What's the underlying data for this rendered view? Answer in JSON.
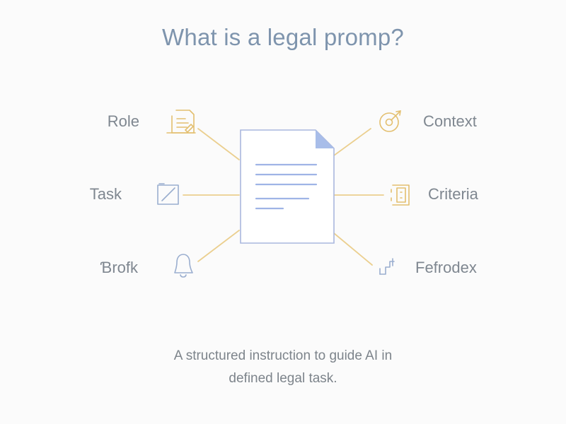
{
  "title": "What is a legal promp?",
  "nodes": {
    "role": {
      "label": "Role",
      "icon": "clipboard-icon"
    },
    "task": {
      "label": "Task",
      "icon": "pencil-square-icon"
    },
    "brofk": {
      "label": "Ɓrofk",
      "icon": "bell-icon"
    },
    "context": {
      "label": "Context",
      "icon": "target-icon"
    },
    "criteria": {
      "label": "Criteria",
      "icon": "checklist-icon"
    },
    "fefrodex": {
      "label": "Fefrodex",
      "icon": "steps-icon"
    }
  },
  "caption": {
    "line1": "A structured instruction to guide AI in",
    "line2": "defined legal task."
  },
  "colors": {
    "connector": "#ebcf8f",
    "document_stroke": "#a9b7de",
    "document_lines": "#9fb4e6",
    "document_fold": "#a8bde9",
    "title": "#7e94ad",
    "label": "#7f8790"
  }
}
